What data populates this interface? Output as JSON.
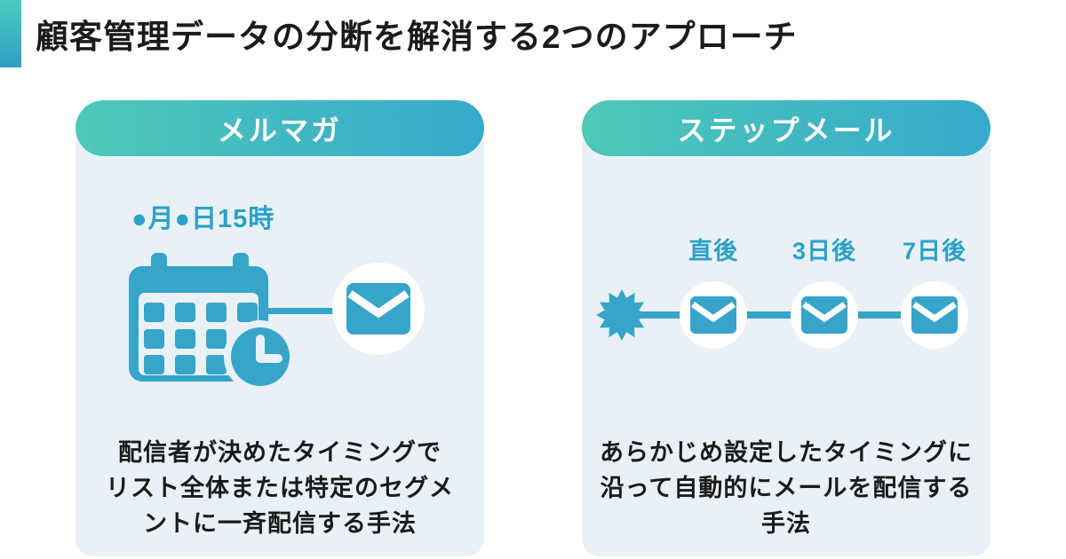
{
  "header": {
    "title": "顧客管理データの分断を解消する2つのアプローチ"
  },
  "colors": {
    "bar-top": "#49cbc0",
    "bar-bottom": "#2f9fc3",
    "pill-start": "#4ec8b7",
    "pill-end": "#37a9cc",
    "card-bg": "#eaf1f6",
    "icon-teal": "#36a5c9",
    "label-teal": "#2ba1c7",
    "text-dark": "#1b1b1b",
    "white": "#ffffff"
  },
  "cards": [
    {
      "id": "merumaga",
      "title": "メルマガ",
      "schedule_label": "●月●日15時",
      "icons": [
        "calendar-clock-icon",
        "connector-line",
        "mail-icon"
      ],
      "description_lines": [
        "配信者が決めたタイミングで",
        "リスト全体または特定のセグメ",
        "ントに一斉配信する手法"
      ]
    },
    {
      "id": "step-mail",
      "title": "ステップメール",
      "icons": [
        "burst-icon",
        "connector-line",
        "mail-icon",
        "mail-icon",
        "mail-icon"
      ],
      "steps": [
        {
          "label": "直後"
        },
        {
          "label": "3日後"
        },
        {
          "label": "7日後"
        }
      ],
      "description_lines": [
        "あらかじめ設定したタイミングに",
        "沿って自動的にメールを配信する",
        "手法"
      ]
    }
  ]
}
